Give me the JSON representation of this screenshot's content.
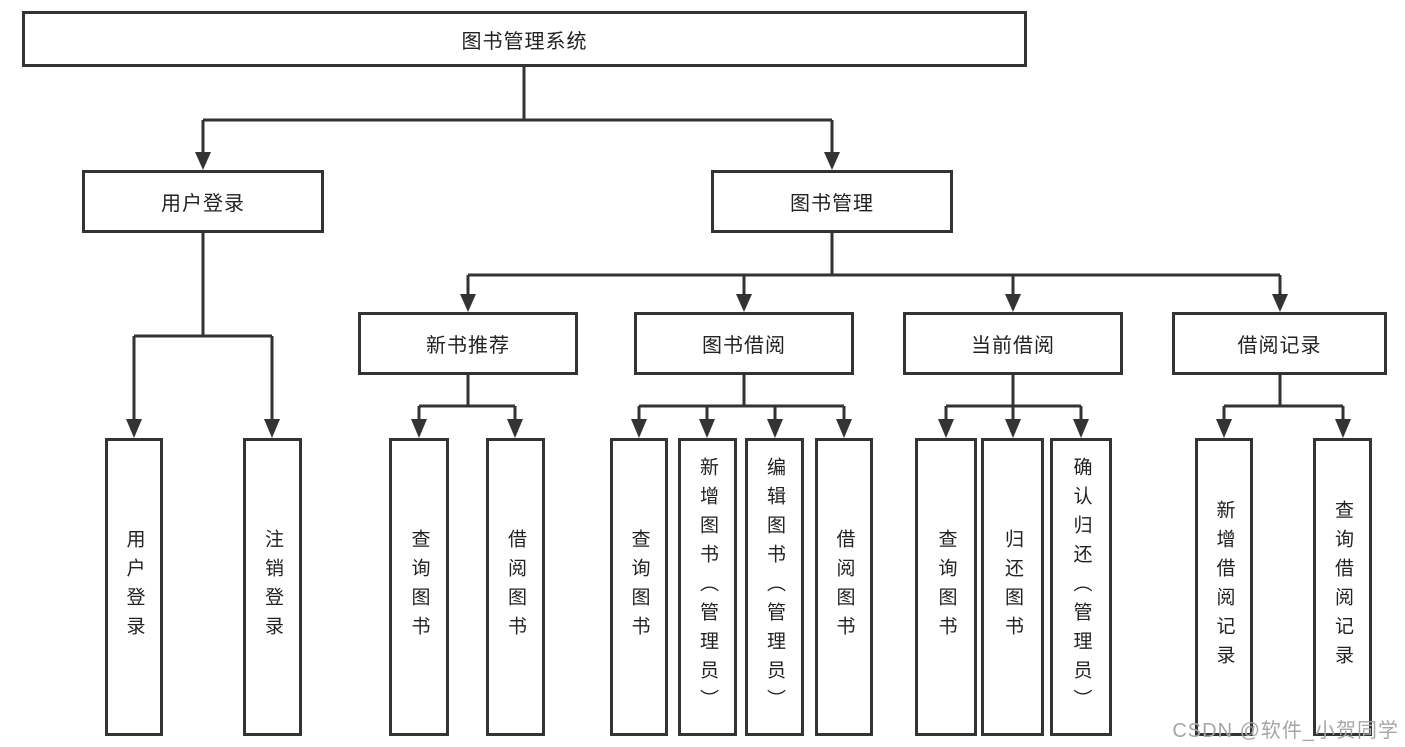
{
  "diagram": {
    "root": {
      "label": "图书管理系统"
    },
    "level2": [
      {
        "id": "user-login",
        "label": "用户登录"
      },
      {
        "id": "book-management",
        "label": "图书管理"
      }
    ],
    "level3": [
      {
        "id": "new-book-recommend",
        "label": "新书推荐"
      },
      {
        "id": "book-borrow",
        "label": "图书借阅"
      },
      {
        "id": "current-borrow",
        "label": "当前借阅"
      },
      {
        "id": "borrow-record",
        "label": "借阅记录"
      }
    ],
    "leaves": [
      {
        "parent": "user-login",
        "label": "用户登录"
      },
      {
        "parent": "user-login",
        "label": "注销登录"
      },
      {
        "parent": "new-book-recommend",
        "label": "查询图书"
      },
      {
        "parent": "new-book-recommend",
        "label": "借阅图书"
      },
      {
        "parent": "book-borrow",
        "label": "查询图书"
      },
      {
        "parent": "book-borrow",
        "label": "新增图书（管理员）"
      },
      {
        "parent": "book-borrow",
        "label": "编辑图书（管理员）"
      },
      {
        "parent": "book-borrow",
        "label": "借阅图书"
      },
      {
        "parent": "current-borrow",
        "label": "查询图书"
      },
      {
        "parent": "current-borrow",
        "label": "归还图书"
      },
      {
        "parent": "current-borrow",
        "label": "确认归还（管理员）"
      },
      {
        "parent": "borrow-record",
        "label": "新增借阅记录"
      },
      {
        "parent": "borrow-record",
        "label": "查询借阅记录"
      }
    ]
  },
  "watermark": {
    "text": "CSDN @软件_小贺同学",
    "color": "#a6a6a6"
  },
  "colors": {
    "line": "#333333",
    "border": "#333333",
    "text": "#222222",
    "background": "#ffffff"
  }
}
